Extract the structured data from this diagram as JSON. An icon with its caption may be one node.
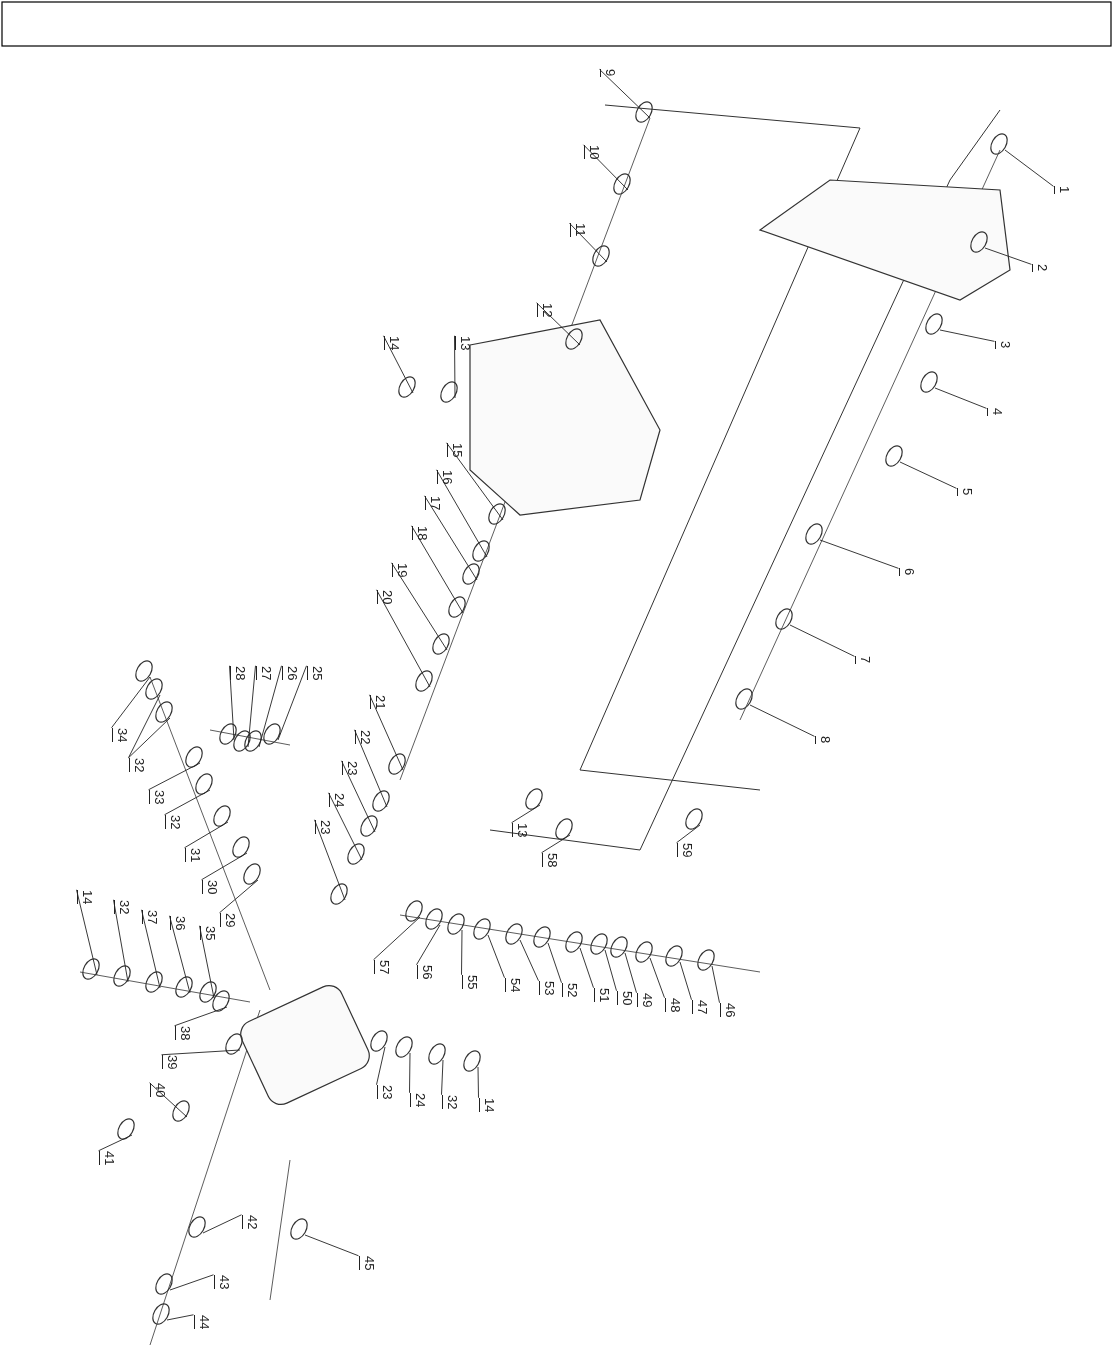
{
  "diagram": {
    "nodes": [
      {
        "text": [
          "1"
        ]
      },
      {
        "text": [
          "2"
        ]
      },
      {
        "text": [
          "3"
        ]
      },
      {
        "text": [
          "4"
        ]
      },
      {
        "text": [
          "5"
        ]
      },
      {
        "text": [
          "6"
        ]
      },
      {
        "text": [
          "7"
        ]
      },
      {
        "text": [
          "8"
        ]
      },
      {
        "text": [
          "9"
        ]
      },
      {
        "text": [
          "10"
        ]
      },
      {
        "text": [
          "11"
        ]
      },
      {
        "text": [
          "12"
        ]
      },
      {
        "text": [
          "14"
        ]
      },
      {
        "text": [
          "13"
        ]
      },
      {
        "text": [
          "15"
        ]
      },
      {
        "text": [
          "16"
        ]
      },
      {
        "text": [
          "17"
        ]
      },
      {
        "text": [
          "18"
        ]
      },
      {
        "text": [
          "19"
        ]
      },
      {
        "text": [
          "20"
        ]
      },
      {
        "text": [
          "21"
        ]
      },
      {
        "text": [
          "22"
        ]
      },
      {
        "text": [
          "23"
        ]
      },
      {
        "text": [
          "24"
        ]
      },
      {
        "text": [
          "23"
        ]
      },
      {
        "text": [
          "25"
        ]
      },
      {
        "text": [
          "26"
        ]
      },
      {
        "text": [
          "27"
        ]
      },
      {
        "text": [
          "28"
        ]
      },
      {
        "text": [
          "34"
        ]
      },
      {
        "text": [
          "32"
        ]
      },
      {
        "text": [
          "33"
        ]
      },
      {
        "text": [
          "32"
        ]
      },
      {
        "text": [
          "31"
        ]
      },
      {
        "text": [
          "30"
        ]
      },
      {
        "text": [
          "29"
        ]
      },
      {
        "text": [
          "14"
        ]
      },
      {
        "text": [
          "32"
        ]
      },
      {
        "text": [
          "37"
        ]
      },
      {
        "text": [
          "36"
        ]
      },
      {
        "text": [
          "35"
        ]
      },
      {
        "text": [
          "38"
        ]
      },
      {
        "text": [
          "39"
        ]
      },
      {
        "text": [
          "40"
        ]
      },
      {
        "text": [
          "41"
        ]
      },
      {
        "text": [
          "42"
        ]
      },
      {
        "text": [
          "43"
        ]
      },
      {
        "text": [
          "44"
        ]
      },
      {
        "text": [
          "45"
        ]
      },
      {
        "text": [
          "13"
        ]
      },
      {
        "text": [
          "58"
        ]
      },
      {
        "text": [
          "59"
        ]
      },
      {
        "text": [
          "57"
        ]
      },
      {
        "text": [
          "56"
        ]
      },
      {
        "text": [
          "55"
        ]
      },
      {
        "text": [
          "54"
        ]
      },
      {
        "text": [
          "53"
        ]
      },
      {
        "text": [
          "52"
        ]
      },
      {
        "text": [
          "51"
        ]
      },
      {
        "text": [
          "50"
        ]
      },
      {
        "text": [
          "49"
        ]
      },
      {
        "text": [
          "48"
        ]
      },
      {
        "text": [
          "47"
        ]
      },
      {
        "text": [
          "46"
        ]
      },
      {
        "text": [
          "23"
        ]
      },
      {
        "text": [
          "24"
        ]
      },
      {
        "text": [
          "32"
        ]
      },
      {
        "text": [
          "14"
        ]
      }
    ],
    "edges": [
      {
        "from": 0,
        "to": null,
        "arrow": "none"
      },
      {
        "from": 1,
        "to": null,
        "arrow": "none"
      },
      {
        "from": 2,
        "to": null,
        "arrow": "none"
      },
      {
        "from": 3,
        "to": null,
        "arrow": "none"
      },
      {
        "from": 4,
        "to": null,
        "arrow": "none"
      },
      {
        "from": 5,
        "to": null,
        "arrow": "none"
      },
      {
        "from": 6,
        "to": null,
        "arrow": "none"
      },
      {
        "from": 7,
        "to": null,
        "arrow": "none"
      },
      {
        "from": 8,
        "to": null,
        "arrow": "none"
      },
      {
        "from": 9,
        "to": null,
        "arrow": "none"
      },
      {
        "from": 10,
        "to": null,
        "arrow": "none"
      },
      {
        "from": 11,
        "to": null,
        "arrow": "none"
      },
      {
        "from": 12,
        "to": null,
        "arrow": "none"
      },
      {
        "from": 13,
        "to": null,
        "arrow": "none"
      },
      {
        "from": 14,
        "to": null,
        "arrow": "none"
      },
      {
        "from": 15,
        "to": null,
        "arrow": "none"
      },
      {
        "from": 16,
        "to": null,
        "arrow": "none"
      },
      {
        "from": 17,
        "to": null,
        "arrow": "none"
      },
      {
        "from": 18,
        "to": null,
        "arrow": "none"
      },
      {
        "from": 19,
        "to": null,
        "arrow": "none"
      },
      {
        "from": 20,
        "to": null,
        "arrow": "none"
      },
      {
        "from": 21,
        "to": null,
        "arrow": "none"
      },
      {
        "from": 22,
        "to": null,
        "arrow": "none"
      },
      {
        "from": 23,
        "to": null,
        "arrow": "none"
      },
      {
        "from": 24,
        "to": null,
        "arrow": "none"
      },
      {
        "from": 25,
        "to": null,
        "arrow": "none"
      },
      {
        "from": 26,
        "to": null,
        "arrow": "none"
      },
      {
        "from": 27,
        "to": null,
        "arrow": "none"
      },
      {
        "from": 28,
        "to": null,
        "arrow": "none"
      },
      {
        "from": 29,
        "to": null,
        "arrow": "none"
      },
      {
        "from": 30,
        "to": null,
        "arrow": "none"
      },
      {
        "from": 30,
        "to": null,
        "arrow": "none"
      },
      {
        "from": 31,
        "to": null,
        "arrow": "none"
      },
      {
        "from": 32,
        "to": null,
        "arrow": "none"
      },
      {
        "from": 33,
        "to": null,
        "arrow": "none"
      },
      {
        "from": 34,
        "to": null,
        "arrow": "none"
      },
      {
        "from": 35,
        "to": null,
        "arrow": "none"
      },
      {
        "from": 36,
        "to": null,
        "arrow": "none"
      },
      {
        "from": 37,
        "to": null,
        "arrow": "none"
      },
      {
        "from": 38,
        "to": null,
        "arrow": "none"
      },
      {
        "from": 39,
        "to": null,
        "arrow": "none"
      },
      {
        "from": 40,
        "to": null,
        "arrow": "none"
      },
      {
        "from": 41,
        "to": null,
        "arrow": "none"
      },
      {
        "from": 42,
        "to": null,
        "arrow": "none"
      },
      {
        "from": 43,
        "to": null,
        "arrow": "none"
      },
      {
        "from": 44,
        "to": null,
        "arrow": "none"
      },
      {
        "from": 45,
        "to": null,
        "arrow": "none"
      },
      {
        "from": 46,
        "to": null,
        "arrow": "none"
      },
      {
        "from": 47,
        "to": null,
        "arrow": "none"
      },
      {
        "from": 48,
        "to": null,
        "arrow": "none"
      },
      {
        "from": 49,
        "to": null,
        "arrow": "none"
      },
      {
        "from": 50,
        "to": null,
        "arrow": "none"
      },
      {
        "from": 51,
        "to": null,
        "arrow": "none"
      },
      {
        "from": 52,
        "to": null,
        "arrow": "none"
      },
      {
        "from": 53,
        "to": null,
        "arrow": "none"
      },
      {
        "from": 54,
        "to": null,
        "arrow": "none"
      },
      {
        "from": 55,
        "to": null,
        "arrow": "none"
      },
      {
        "from": 56,
        "to": null,
        "arrow": "none"
      },
      {
        "from": 57,
        "to": null,
        "arrow": "none"
      },
      {
        "from": 58,
        "to": null,
        "arrow": "none"
      },
      {
        "from": 59,
        "to": null,
        "arrow": "none"
      },
      {
        "from": 60,
        "to": null,
        "arrow": "none"
      },
      {
        "from": 61,
        "to": null,
        "arrow": "none"
      },
      {
        "from": 62,
        "to": null,
        "arrow": "none"
      },
      {
        "from": 63,
        "to": null,
        "arrow": "none"
      },
      {
        "from": 64,
        "to": null,
        "arrow": "none"
      },
      {
        "from": 65,
        "to": null,
        "arrow": "none"
      },
      {
        "from": 66,
        "to": null,
        "arrow": "none"
      },
      {
        "from": 67,
        "to": null,
        "arrow": "none"
      }
    ]
  }
}
